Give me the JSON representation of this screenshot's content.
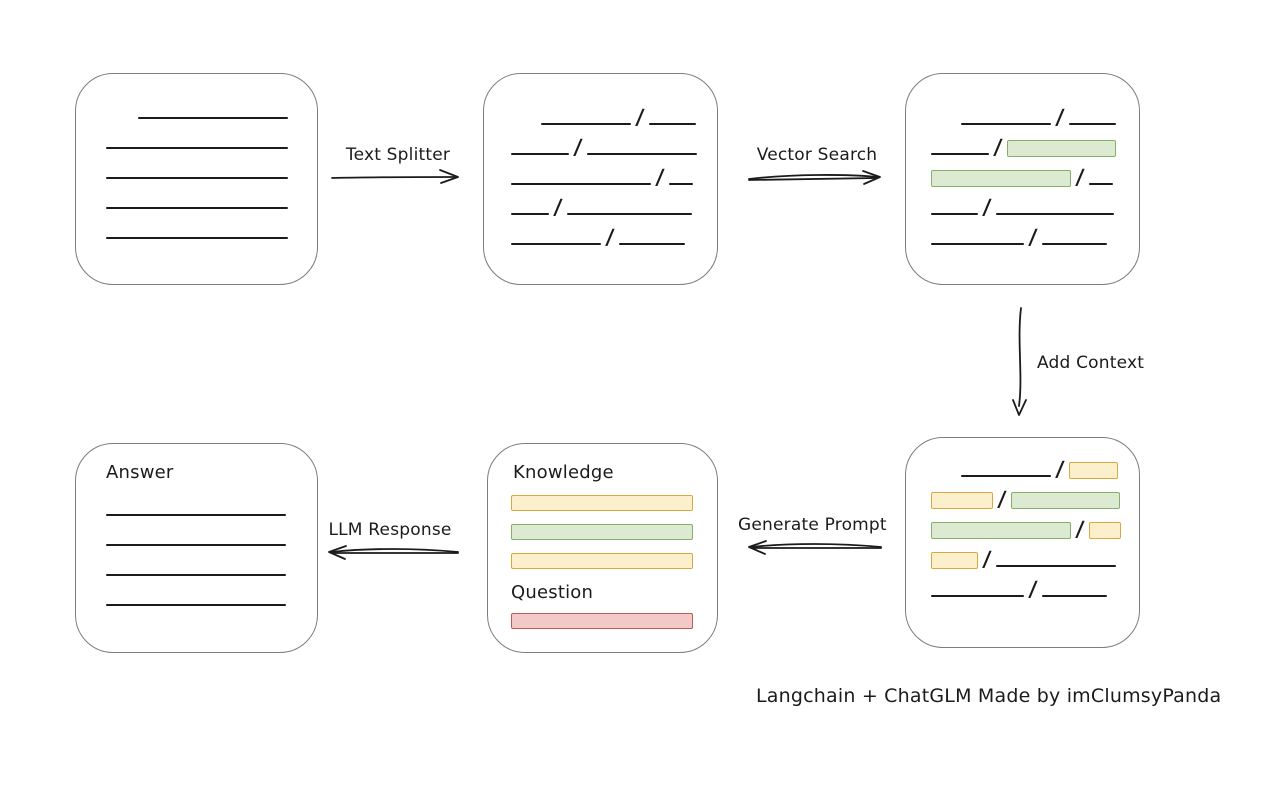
{
  "caption": "Langchain + ChatGLM Made by imClumsyPanda",
  "labels": {
    "text_splitter": "Text Splitter",
    "vector_search": "Vector Search",
    "add_context": "Add Context",
    "generate_prompt": "Generate Prompt",
    "llm_response": "LLM Response",
    "knowledge": "Knowledge",
    "question": "Question",
    "answer": "Answer"
  },
  "colors": {
    "text": "#1b1b1b",
    "stroke": "#1b1b1b",
    "box_border": "#7d7d7d",
    "green_fill": "#dcead2",
    "green_border": "#84b069",
    "yellow_fill": "#fcf0cc",
    "yellow_border": "#d9a940",
    "red_fill": "#f2c9c6",
    "red_border": "#bd5a55"
  },
  "boxes": {
    "document": {
      "lines": [
        {
          "indent": 32,
          "w": 150
        },
        {
          "indent": 0,
          "w": 182
        },
        {
          "indent": 0,
          "w": 182
        },
        {
          "indent": 0,
          "w": 182
        },
        {
          "indent": 0,
          "w": 182
        }
      ]
    },
    "split": {
      "rows": [
        [
          {
            "t": "gap",
            "w": 30
          },
          {
            "t": "line",
            "w": 90
          },
          {
            "t": "slash"
          },
          {
            "t": "line",
            "w": 47
          }
        ],
        [
          {
            "t": "line",
            "w": 58
          },
          {
            "t": "slash"
          },
          {
            "t": "line",
            "w": 110
          }
        ],
        [
          {
            "t": "line",
            "w": 140
          },
          {
            "t": "slash"
          },
          {
            "t": "line",
            "w": 24
          }
        ],
        [
          {
            "t": "line",
            "w": 38
          },
          {
            "t": "slash"
          },
          {
            "t": "line",
            "w": 125
          }
        ],
        [
          {
            "t": "line",
            "w": 90
          },
          {
            "t": "slash"
          },
          {
            "t": "line",
            "w": 66
          }
        ]
      ]
    },
    "vector": {
      "rows": [
        [
          {
            "t": "gap",
            "w": 30
          },
          {
            "t": "line",
            "w": 90
          },
          {
            "t": "slash"
          },
          {
            "t": "line",
            "w": 47
          }
        ],
        [
          {
            "t": "line",
            "w": 58
          },
          {
            "t": "slash"
          },
          {
            "t": "chip",
            "c": "green",
            "w": 107
          }
        ],
        [
          {
            "t": "chip",
            "c": "green",
            "w": 138
          },
          {
            "t": "slash"
          },
          {
            "t": "line",
            "w": 24
          }
        ],
        [
          {
            "t": "line",
            "w": 47
          },
          {
            "t": "slash"
          },
          {
            "t": "line",
            "w": 118
          }
        ],
        [
          {
            "t": "line",
            "w": 93
          },
          {
            "t": "slash"
          },
          {
            "t": "line",
            "w": 65
          }
        ]
      ]
    },
    "context": {
      "rows": [
        [
          {
            "t": "gap",
            "w": 30
          },
          {
            "t": "line",
            "w": 90
          },
          {
            "t": "slash"
          },
          {
            "t": "chip",
            "c": "yellow",
            "w": 47
          }
        ],
        [
          {
            "t": "chip",
            "c": "yellow",
            "w": 60
          },
          {
            "t": "slash"
          },
          {
            "t": "chip",
            "c": "green",
            "w": 107
          }
        ],
        [
          {
            "t": "chip",
            "c": "green",
            "w": 138
          },
          {
            "t": "slash"
          },
          {
            "t": "chip",
            "c": "yellow",
            "w": 30
          }
        ],
        [
          {
            "t": "chip",
            "c": "yellow",
            "w": 45
          },
          {
            "t": "slash"
          },
          {
            "t": "line",
            "w": 120
          }
        ],
        [
          {
            "t": "line",
            "w": 93
          },
          {
            "t": "slash"
          },
          {
            "t": "line",
            "w": 65
          }
        ]
      ]
    },
    "prompt": {
      "knowledge_bars": [
        "yellow",
        "green",
        "yellow"
      ],
      "question_bars": [
        "red"
      ]
    },
    "answer": {
      "lines": [
        {
          "indent": 0,
          "w": 180
        },
        {
          "indent": 0,
          "w": 180
        },
        {
          "indent": 0,
          "w": 180
        },
        {
          "indent": 0,
          "w": 180
        }
      ]
    }
  }
}
